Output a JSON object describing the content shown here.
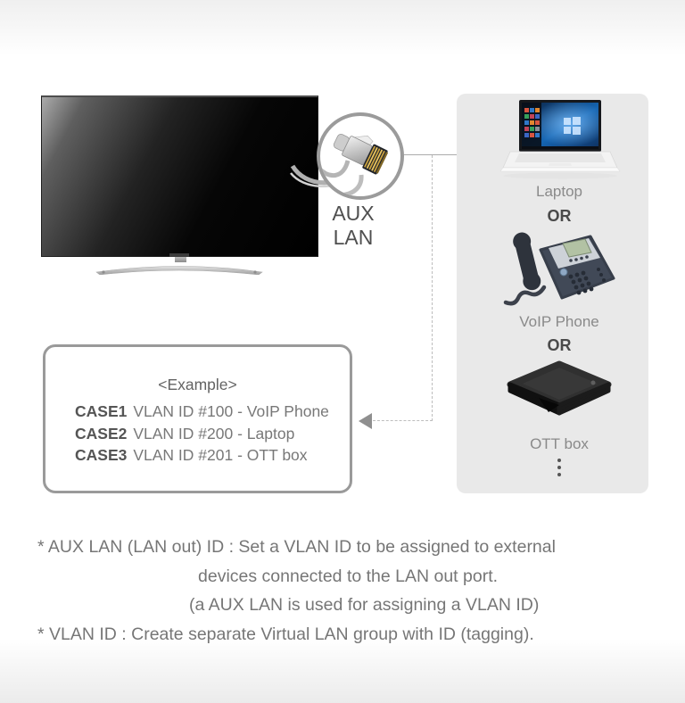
{
  "colors": {
    "panel_bg": "#e9e9e9",
    "connector_line": "#ababab",
    "dashed_line": "#bdbdbd",
    "arrow": "#8f8f8f",
    "example_box_border": "#9a9a9a",
    "device_label_gray": "#8a8a8a",
    "text_dark": "#4a4a4a",
    "text_body": "#777777"
  },
  "aux": {
    "line1": "AUX",
    "line2": "LAN"
  },
  "panel": {
    "laptop_label": "Laptop",
    "or_label_1": "OR",
    "voip_label": "VoIP Phone",
    "or_label_2": "OR",
    "ott_label": "OTT box"
  },
  "example": {
    "title": "<Example>",
    "cases": [
      {
        "id": "CASE1",
        "desc": "VLAN ID #100 - VoIP Phone"
      },
      {
        "id": "CASE2",
        "desc": "VLAN ID #200 - Laptop"
      },
      {
        "id": "CASE3",
        "desc": "VLAN ID #201 - OTT box"
      }
    ]
  },
  "footnotes": {
    "line1": "* AUX LAN (LAN out) ID : Set a VLAN ID to be assigned to external",
    "line2": "devices connected to the LAN out port.",
    "line3": "(a AUX LAN is used for assigning a VLAN ID)",
    "line4": "* VLAN ID : Create separate Virtual LAN group with ID (tagging)."
  },
  "icons": {
    "rj45_connector": "ethernet-plug-in-magnifier-circle",
    "arrow_left": "solid-left-triangle",
    "ellipsis_vertical": "three-vertical-dots"
  }
}
